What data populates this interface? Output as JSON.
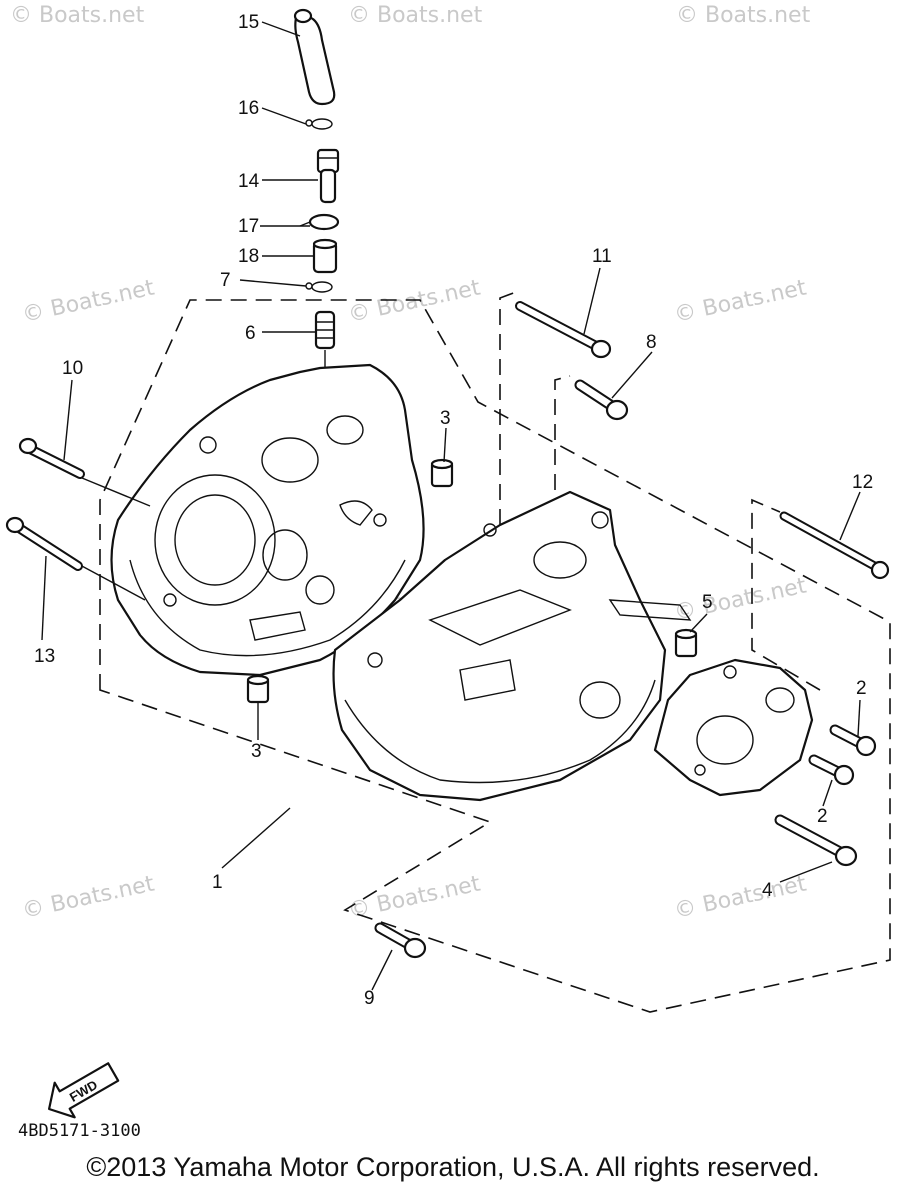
{
  "watermark": "© Boats.net",
  "diagram_code": "4BD5171-3100",
  "fwd_label": "FWD",
  "copyright": "©2013 Yamaha Motor Corporation, U.S.A. All rights reserved.",
  "callouts": {
    "p1": "1",
    "p2a": "2",
    "p2b": "2",
    "p3a": "3",
    "p3b": "3",
    "p4": "4",
    "p5": "5",
    "p6": "6",
    "p7": "7",
    "p8": "8",
    "p9": "9",
    "p10": "10",
    "p11": "11",
    "p12": "12",
    "p13": "13",
    "p14": "14",
    "p15": "15",
    "p16": "16",
    "p17": "17",
    "p18": "18"
  }
}
